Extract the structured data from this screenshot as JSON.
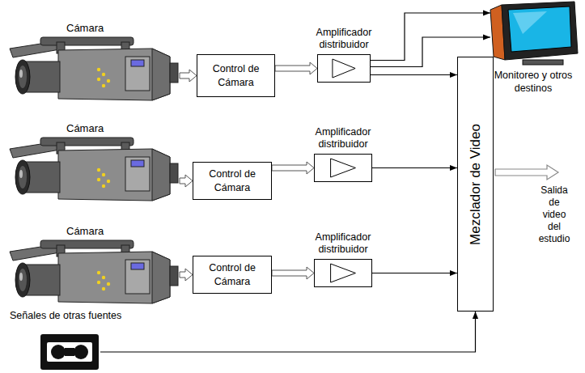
{
  "diagram": {
    "nodes": [
      {
        "text": [
          "Cámara"
        ]
      },
      {
        "text": [
          "Control de Cámara"
        ]
      },
      {
        "text": [
          "Amplificador distribuidor"
        ]
      },
      {
        "text": [
          "Cámara"
        ]
      },
      {
        "text": [
          "Control de Cámara"
        ]
      },
      {
        "text": [
          "Amplificador distribuidor"
        ]
      },
      {
        "text": [
          "Cámara"
        ]
      },
      {
        "text": [
          "Control de Cámara"
        ]
      },
      {
        "text": [
          "Amplificador distribuidor"
        ]
      },
      {
        "text": [
          "Monitoreo y otros destinos"
        ]
      },
      {
        "text": [
          "Mezclador de Video"
        ]
      },
      {
        "text": [
          "Señales de otras fuentes"
        ]
      }
    ],
    "edges": [
      {
        "from": 0,
        "to": 1,
        "arrow": "to"
      },
      {
        "from": 1,
        "to": 2,
        "arrow": "to"
      },
      {
        "from": 2,
        "to": 9,
        "arrow": "to"
      },
      {
        "from": 2,
        "to": 9,
        "arrow": "to"
      },
      {
        "from": 2,
        "to": 10,
        "arrow": "to"
      },
      {
        "from": 3,
        "to": 4,
        "arrow": "to"
      },
      {
        "from": 4,
        "to": 5,
        "arrow": "to"
      },
      {
        "from": 5,
        "to": 10,
        "arrow": "to"
      },
      {
        "from": 6,
        "to": 7,
        "arrow": "to"
      },
      {
        "from": 7,
        "to": 8,
        "arrow": "to"
      },
      {
        "from": 8,
        "to": 10,
        "arrow": "to"
      },
      {
        "from": 11,
        "to": 10,
        "arrow": "to"
      }
    ],
    "labels": [
      "Salida de video del estudio"
    ]
  }
}
